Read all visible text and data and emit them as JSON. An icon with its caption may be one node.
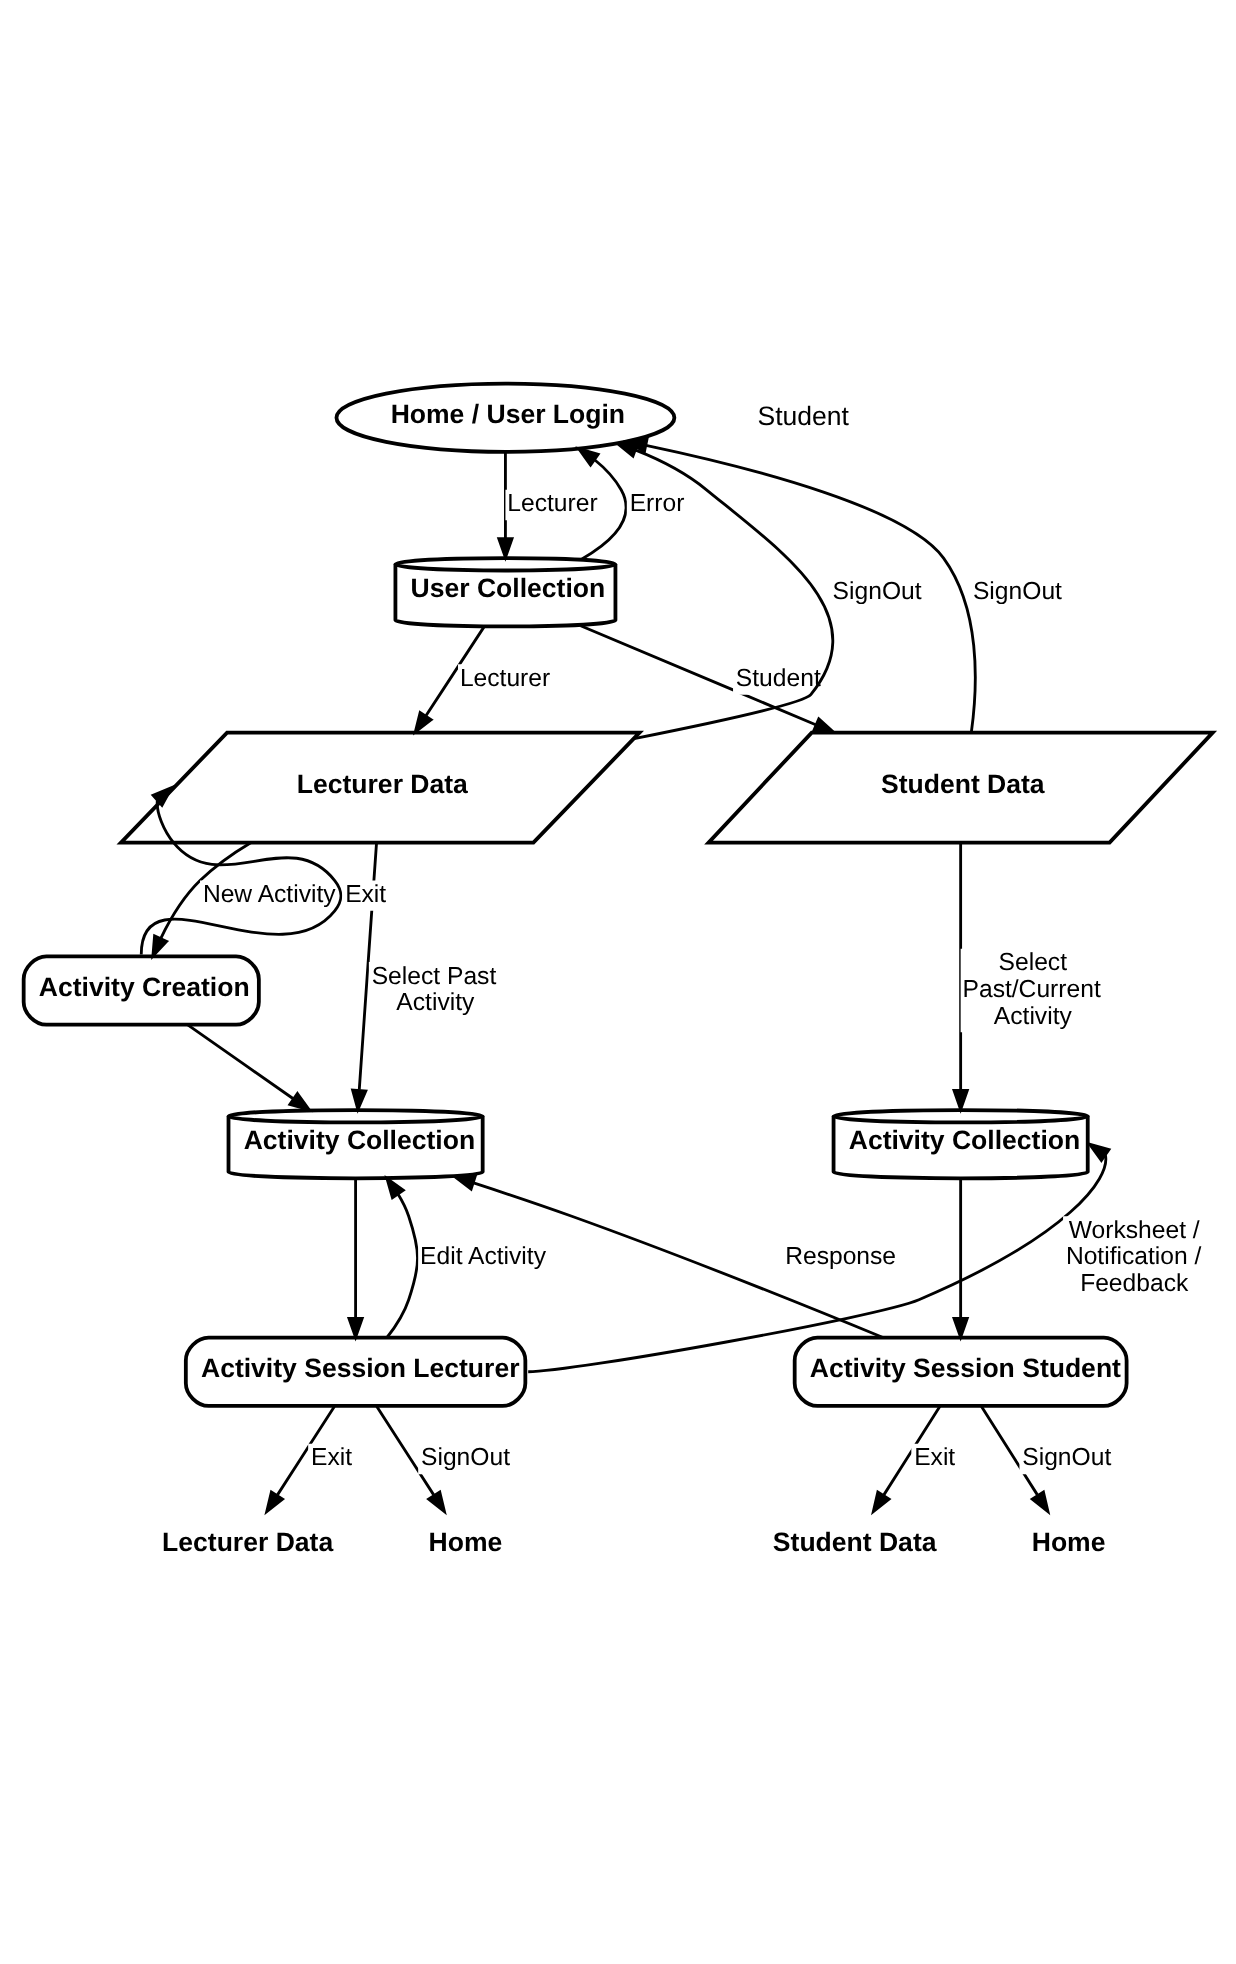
{
  "diagram": {
    "nodes": [
      {
        "text": [
          "Home / User Login"
        ]
      },
      {
        "text": [
          "User Collection"
        ]
      },
      {
        "text": [
          "Lecturer Data"
        ]
      },
      {
        "text": [
          "Student Data"
        ]
      },
      {
        "text": [
          "Activity Creation"
        ]
      },
      {
        "text": [
          "Activity Collection"
        ]
      },
      {
        "text": [
          "Activity Collection"
        ]
      },
      {
        "text": [
          "Activity Session Lecturer"
        ]
      },
      {
        "text": [
          "Activity Session Student"
        ]
      },
      {
        "text": [
          "Lecturer Data"
        ]
      },
      {
        "text": [
          "Home"
        ]
      },
      {
        "text": [
          "Student Data"
        ]
      },
      {
        "text": [
          "Home"
        ]
      }
    ],
    "edges": [
      {
        "from": 0,
        "to": 1,
        "arrow": "to",
        "label": "Lecturer"
      },
      {
        "from": 1,
        "to": 0,
        "arrow": "to",
        "label": "Error"
      },
      {
        "from": 2,
        "to": 0,
        "arrow": "to",
        "label": "SignOut"
      },
      {
        "from": 3,
        "to": 0,
        "arrow": "to",
        "label": "SignOut"
      },
      {
        "from": 1,
        "to": 2,
        "arrow": "to",
        "label": "Lecturer"
      },
      {
        "from": 1,
        "to": 3,
        "arrow": "to",
        "label": "Student"
      },
      {
        "from": 4,
        "to": 2,
        "arrow": "to",
        "label": "Exit"
      },
      {
        "from": 2,
        "to": 4,
        "arrow": "to",
        "label": "New Activity"
      },
      {
        "from": 2,
        "to": 5,
        "arrow": "to",
        "label": "Select Past Activity"
      },
      {
        "from": 4,
        "to": 5,
        "arrow": "to"
      },
      {
        "from": 3,
        "to": 6,
        "arrow": "to",
        "label": "Select Past/Current Activity"
      },
      {
        "from": 5,
        "to": 7,
        "arrow": "to"
      },
      {
        "from": 7,
        "to": 5,
        "arrow": "to",
        "label": "Edit Activity"
      },
      {
        "from": 8,
        "to": 5,
        "arrow": "to",
        "label": "Response"
      },
      {
        "from": 6,
        "to": 8,
        "arrow": "to"
      },
      {
        "from": 7,
        "to": 9,
        "arrow": "to",
        "label": "Exit"
      },
      {
        "from": 7,
        "to": 10,
        "arrow": "to",
        "label": "SignOut"
      },
      {
        "from": 7,
        "to": 6,
        "arrow": "to",
        "label": "Worksheet / Notification / Feedback"
      },
      {
        "from": 8,
        "to": 11,
        "arrow": "to",
        "label": "Exit"
      },
      {
        "from": 8,
        "to": 12,
        "arrow": "to",
        "label": "SignOut"
      }
    ],
    "labels": [
      "Student"
    ]
  }
}
